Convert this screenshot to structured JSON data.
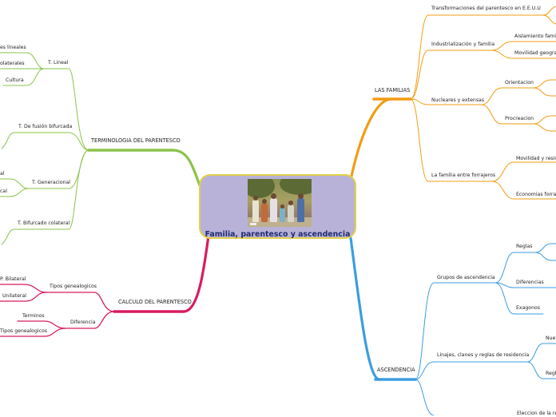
{
  "center": {
    "title": "Familia, parentesco y ascendencia",
    "image": "family-photo"
  },
  "colors": {
    "terminologia": "#8bc34a",
    "calculo": "#d81b60",
    "familias": "#f39c12",
    "ascendencia": "#3b9de0"
  },
  "branches": {
    "terminologia": {
      "label": "TERMINOLOGIA DEL PARENTESCO",
      "t_lineal": {
        "label": "T. Lineal",
        "children": [
          "es lineales",
          "olaterales",
          "Cultura"
        ]
      },
      "t_fusion": {
        "label": "T. De fusión bifurcada"
      },
      "t_generacional": {
        "label": "T. Generacional",
        "children": [
          "al",
          "cal"
        ]
      },
      "t_bifurcado": {
        "label": "T. Bifurcado colateral"
      }
    },
    "calculo": {
      "label": "CALCULO DEL PARENTESCO",
      "tipos": {
        "label": "Tipos genealogicos",
        "children": [
          "P. Bilateral",
          "Unilateral"
        ]
      },
      "diferencia": {
        "label": "Diferencia",
        "children": [
          "Terminos",
          "Tipos genealogicos"
        ]
      }
    },
    "familias": {
      "label": "LAS FAMILIAS",
      "transformaciones": {
        "label": "Transformaciones del parentesco en E.E.U.U"
      },
      "industrializacion": {
        "label": "Industrialización y familia",
        "children": [
          "Aislamiento familia",
          "Movilidad geografi"
        ]
      },
      "nucleares": {
        "label": "Nucleares y extensas",
        "children": [
          "Orientacion",
          "Procreacion"
        ]
      },
      "forrajeros": {
        "label": "La familia entre forrajeros",
        "children": [
          "Movilidad y reside",
          "Economias forraje"
        ]
      }
    },
    "ascendencia": {
      "label": "ASCENDENCIA",
      "grupos": {
        "label": "Grupos de ascendencia",
        "children": [
          "Reglas",
          "Diferencias",
          "Exagonos"
        ]
      },
      "linajes": {
        "label": "Linajes, clanes y reglas de residencia",
        "children": [
          "Nue",
          "Regl"
        ]
      },
      "eleccion": {
        "label": "Eleccion de la re"
      }
    }
  }
}
